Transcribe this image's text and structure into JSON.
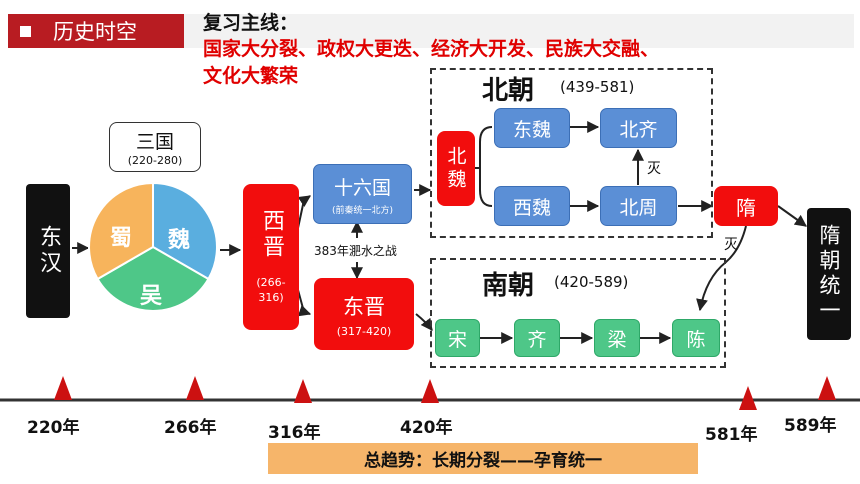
{
  "header": {
    "section_title": "历史时空",
    "review_title": "复习主线：",
    "review_line1": "国家大分裂、政权大更迭、经济大开发、民族大交融、",
    "review_line2": "文化大繁荣"
  },
  "nodes": {
    "donghan": "东汉",
    "sanguo_title": "三国",
    "sanguo_years": "(220-280)",
    "shu": "蜀",
    "wei": "魏",
    "wu": "吴",
    "xijin": "西晋",
    "xijin_years": "(266-316)",
    "shiliuguo": "十六国",
    "shiliuguo_note": "(前秦统一北方)",
    "battle": "383年淝水之战",
    "dongjin": "东晋",
    "dongjin_years": "(317-420)",
    "beichao_title": "北朝",
    "beichao_years": "(439-581)",
    "beiwei": "北魏",
    "dongwei": "东魏",
    "beiqi": "北齐",
    "xiwei": "西魏",
    "beizhou": "北周",
    "mie1": "灭",
    "sui": "隋",
    "mie2": "灭",
    "nanchao_title": "南朝",
    "nanchao_years": "(420-589)",
    "song": "宋",
    "qi": "齐",
    "liang": "梁",
    "chen": "陈",
    "sui_unify": "隋朝统一"
  },
  "timeline": {
    "years": [
      "220年",
      "266年",
      "316年",
      "420年",
      "581年",
      "589年"
    ]
  },
  "trend": "总趋势：长期分裂——孕育统一",
  "colors": {
    "header_red": "#b81c22",
    "review_red": "#e00000",
    "box_red": "#f20d0d",
    "box_blue": "#5b8fd6",
    "box_green": "#4ec788",
    "wei_blue": "#5aaedf",
    "shu_orange": "#f7b45c",
    "wu_green": "#4ec788",
    "trend_orange": "#f6b56a",
    "marker_red": "#cc1111"
  }
}
